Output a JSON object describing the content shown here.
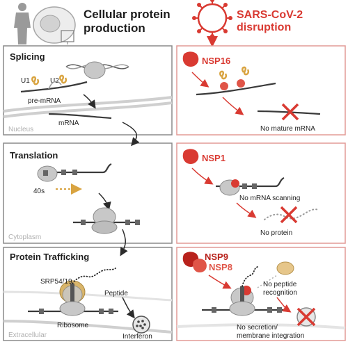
{
  "left_header": {
    "line1": "Cellular protein",
    "line2": "production"
  },
  "right_header": {
    "line1": "SARS-CoV-2",
    "line2": "disruption"
  },
  "colors": {
    "red": "#d93a32",
    "red_dark": "#b8221c",
    "panel_border_left": "#8a8a8a",
    "panel_border_right": "#e29a96",
    "rna_gold": "#d9a441",
    "grey_shape": "#c8c8c8",
    "dark_line": "#3a3a3a"
  },
  "panels": {
    "splicing": {
      "title": "Splicing",
      "u1": "U1",
      "u2": "U2",
      "pre_mrna": "pre-mRNA",
      "mrna": "mRNA",
      "location": "Nucleus"
    },
    "translation": {
      "title": "Translation",
      "subunit": "40s",
      "location": "Cytoplasm"
    },
    "trafficking": {
      "title": "Protein Trafficking",
      "srp": "SRP54/19",
      "peptide": "Peptide",
      "ribosome": "Ribosome",
      "interferon": "Interferon",
      "location": "Extracellular"
    },
    "nsp16": {
      "label": "NSP16",
      "outcome": "No mature mRNA"
    },
    "nsp1": {
      "label": "NSP1",
      "outcome1": "No mRNA scanning",
      "outcome2": "No protein"
    },
    "nsp9_8": {
      "label1": "NSP9",
      "label2": "NSP8",
      "outcome1_line1": "No peptide",
      "outcome1_line2": "recognition",
      "outcome2_line1": "No secretion/",
      "outcome2_line2": "membrane integration"
    }
  }
}
